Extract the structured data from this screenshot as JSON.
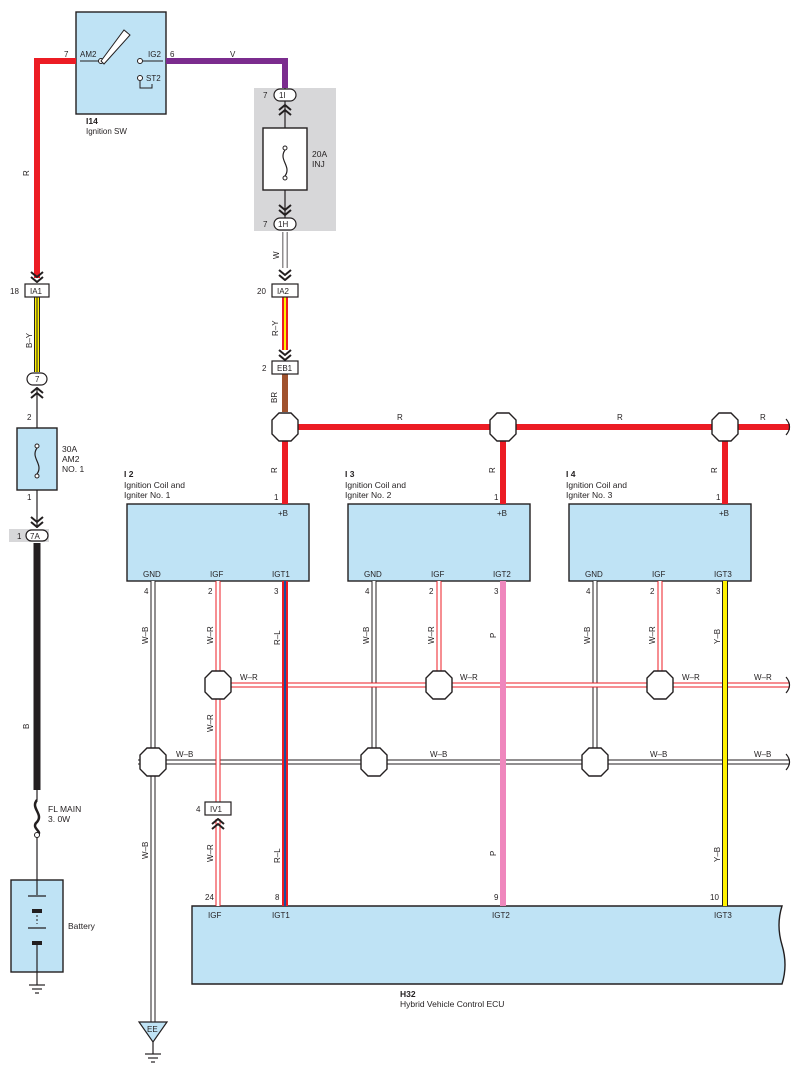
{
  "colors": {
    "red": "#ec1c24",
    "violet": "#7b2c8e",
    "white_wire": "#c8c8c8",
    "yellow": "#fff200",
    "brown": "#a0522d",
    "black": "#231f20",
    "pink": "#ef87bd",
    "blue": "#1b4f9c",
    "component_fill": "#bfe3f5",
    "fuse_box_gray": "#d7d7d9"
  },
  "ignition_switch": {
    "code": "I14",
    "name": "Ignition SW",
    "pin_am2": "7",
    "label_am2": "AM2",
    "pin_ig2": "6",
    "label_ig2": "IG2",
    "label_st2": "ST2"
  },
  "inj_fuse": {
    "top_conn": "1I",
    "top_pin": "7",
    "rating": "20A",
    "name": "INJ",
    "bottom_conn": "1H",
    "bottom_pin": "7"
  },
  "am2_fuse": {
    "rating": "30A",
    "name_line1": "AM2",
    "name_line2": "NO. 1",
    "pin_top": "2",
    "pin_bottom": "1"
  },
  "fl_main": {
    "line1": "FL MAIN",
    "line2": "3. 0W"
  },
  "battery": {
    "name": "Battery"
  },
  "connectors": {
    "ia1": {
      "id": "IA1",
      "pin": "18"
    },
    "ia2": {
      "id": "IA2",
      "pin": "20"
    },
    "eb1": {
      "id": "EB1",
      "pin": "2"
    },
    "iv1": {
      "id": "IV1",
      "pin": "4"
    },
    "c7": {
      "id": "7"
    },
    "c7a": {
      "id": "7A",
      "pin": "1"
    }
  },
  "wires": {
    "v": "V",
    "r": "R",
    "w": "W",
    "by": "B–Y",
    "ry": "R–Y",
    "br": "BR",
    "b": "B",
    "wb": "W–B",
    "wr": "W–R",
    "rl": "R–L",
    "p": "P",
    "yb": "Y–B"
  },
  "coils": [
    {
      "code": "I 2",
      "line1": "Ignition Coil and",
      "line2": "Igniter No. 1",
      "pin_b": "1",
      "label_b": "+B",
      "gnd_pin": "4",
      "igf_pin": "2",
      "igt_pin": "3",
      "gnd": "GND",
      "igf": "IGF",
      "igt": "IGT1"
    },
    {
      "code": "I 3",
      "line1": "Ignition Coil and",
      "line2": "Igniter No. 2",
      "pin_b": "1",
      "label_b": "+B",
      "gnd_pin": "4",
      "igf_pin": "2",
      "igt_pin": "3",
      "gnd": "GND",
      "igf": "IGF",
      "igt": "IGT2"
    },
    {
      "code": "I 4",
      "line1": "Ignition Coil and",
      "line2": "Igniter No. 3",
      "pin_b": "1",
      "label_b": "+B",
      "gnd_pin": "4",
      "igf_pin": "2",
      "igt_pin": "3",
      "gnd": "GND",
      "igf": "IGF",
      "igt": "IGT3"
    }
  ],
  "ecu": {
    "code": "H32",
    "name": "Hybrid Vehicle Control ECU",
    "pins": [
      {
        "num": "24",
        "label": "IGF"
      },
      {
        "num": "8",
        "label": "IGT1"
      },
      {
        "num": "9",
        "label": "IGT2"
      },
      {
        "num": "10",
        "label": "IGT3"
      }
    ]
  },
  "ground": {
    "label": "EE"
  }
}
